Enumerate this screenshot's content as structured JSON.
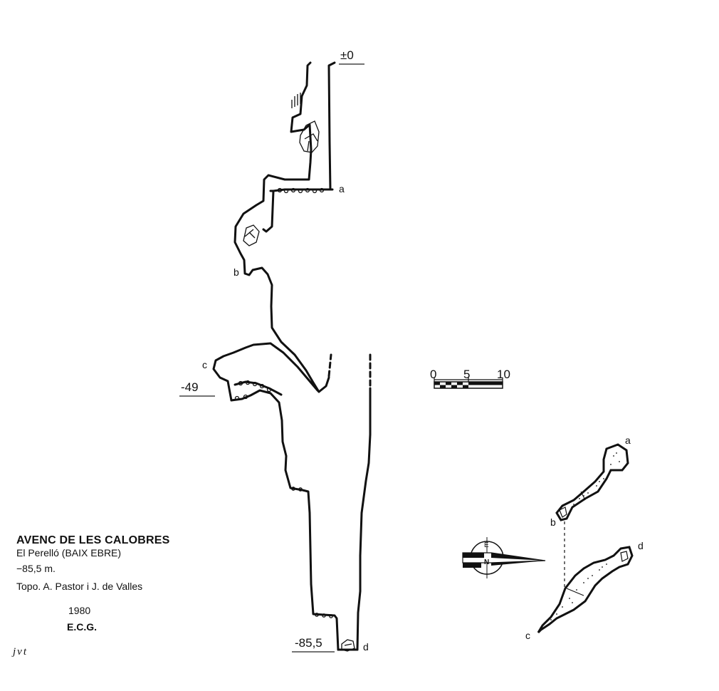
{
  "title": {
    "name": "AVENC DE LES CALOBRES",
    "location": "El Perelló (BAIX EBRE)",
    "depth": "−85,5 m.",
    "survey": "Topo. A. Pastor i J. de Valles",
    "year": "1980",
    "club": "E.C.G.",
    "initials": "jvt"
  },
  "depth_marks": {
    "top": "±0",
    "mid": "-49",
    "bottom": "-85,5"
  },
  "section_points": [
    "a",
    "b",
    "c",
    "d"
  ],
  "scale_bar": {
    "labels": [
      "0",
      "5",
      "10"
    ]
  },
  "compass": {
    "letters": [
      "E",
      "N"
    ]
  },
  "colors": {
    "ink": "#111111",
    "paper": "#ffffff",
    "stipple": "#444444"
  }
}
